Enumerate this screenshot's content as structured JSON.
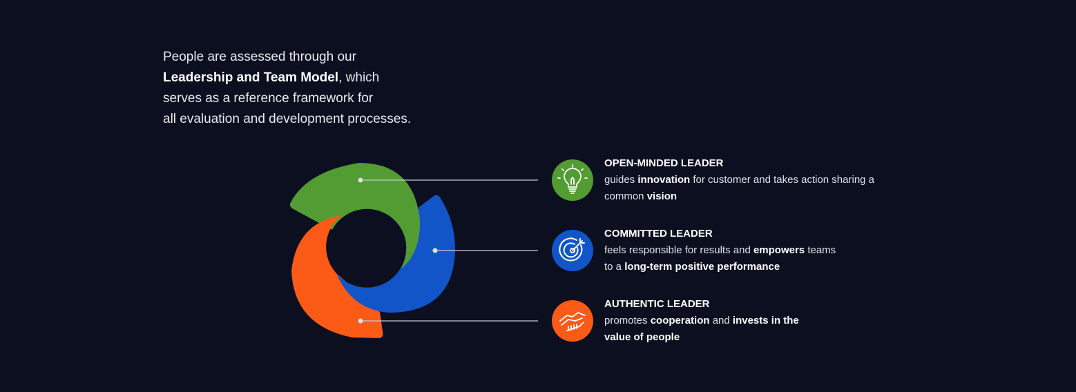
{
  "intro": {
    "line1": "People are assessed through our",
    "bold": "Leadership and Team Model",
    "after_bold": ", which",
    "line3": "serves as a reference framework for",
    "line4": "all evaluation and development processes."
  },
  "colors": {
    "background": "#0b0f1f",
    "green": "#529c33",
    "blue": "#1255c8",
    "orange": "#fc5a17"
  },
  "leaders": [
    {
      "title": "OPEN-MINDED LEADER",
      "icon": "lightbulb-icon",
      "parts": [
        "guides ",
        "innovation",
        " for customer and takes action sharing a common ",
        "vision",
        ""
      ]
    },
    {
      "title": "COMMITTED LEADER",
      "icon": "target-icon",
      "parts": [
        "feels responsible for results and ",
        "empowers",
        " teams to a ",
        "long-term positive performance",
        ""
      ]
    },
    {
      "title": "AUTHENTIC LEADER",
      "icon": "handshake-icon",
      "parts": [
        "promotes ",
        "cooperation",
        " and ",
        "invests in the value of people",
        ""
      ]
    }
  ]
}
